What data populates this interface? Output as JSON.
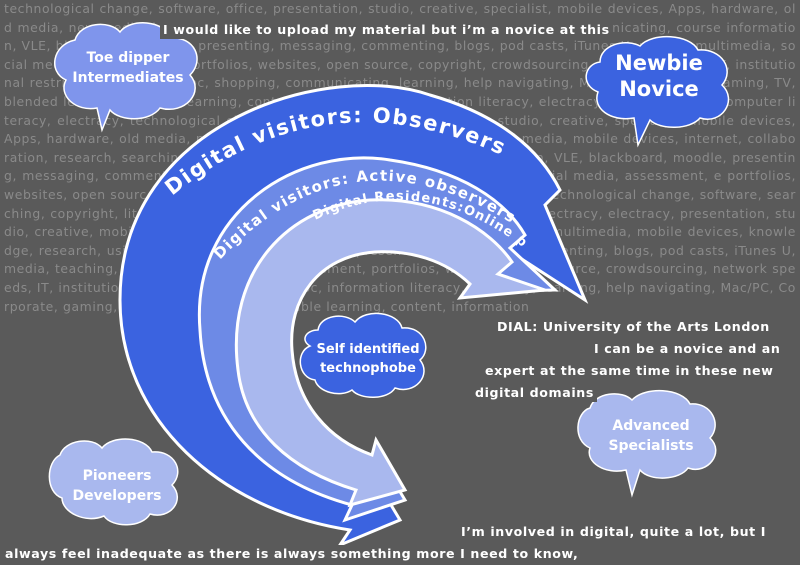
{
  "background_text": "technological change, software, office, presentation, studio, creative, specialist, mobile devices, Apps, hardware, old media, new media, internet, collaboration, research, searching, using, reusing, communicating, course information, VLE, blackboard, moodle, presenting, messaging, commenting, blogs, pod casts, iTunes U, writing, multimedia, social media, assessment, e portfolios, websites, open source, copyright, crowdsourcing, network speeds, IT, institutional restrictions, life, home pc, shopping, communicating, learning, help navigating, Mac/PC, Corporate, gaming, TV, blended learning, flexible learning, content, information, information literacy, electracy, digital literacy, computer literacy, electracy, technological change, software, office, presentation, studio, creative, specialist, mobile devices, Apps, hardware, old media, new media, internet, Mac/PC, Corporate, social media, mobile devices, internet, collaboration, research, searching, using, reusing, communicating, course information, VLE, blackboard, moodle, presenting, messaging, commenting, blogs, pod casts, iTunes U, writing, multimedia, social media, assessment, e portfolios, websites, open source, copyright, network speeds, IT, institutional restrictions, technological change, software, searching, copyright, literacy, literacy, blended learning, domain, digital literacy, electracy, electracy, presentation, studio, creative, mobile devices, Apps, hardware, old media, specialist, platforms, multimedia, mobile devices, knowledge, research, using, reusing, blackboard, moodle, presenting, messaging, commenting, blogs, pod casts, iTunes U, media, teaching, learning, social media, assessment, portfolios, websites, open source, crowdsourcing, network speeds, IT, institutional restrictions, life, home pc, information literacy, electracy, learning, help navigating, Mac/PC, Corporate, gaming, TV, blended learning, flexible learning, content, information",
  "quotes": {
    "novice_upload": "I would like to upload my material but i’m a novice at this",
    "dial_source": "DIAL: University of the Arts London",
    "novice_expert_1": "I can be a novice and an",
    "novice_expert_2": "expert at the same time in these new",
    "novice_expert_3": "digital domains",
    "inadequate_1": "I’m involved in digital, quite a lot, but I",
    "inadequate_2": "always feel inadequate as there is always something more I need to know,"
  },
  "arrows": [
    {
      "label": "Digital visitors: Observers",
      "color": "#3b63e0"
    },
    {
      "label": "Digital visitors: Active observers",
      "color": "#6d8ae6"
    },
    {
      "label": "Digital Residents:Online practice",
      "color": "#a9b8ee"
    }
  ],
  "clouds": [
    {
      "id": "toe-dipper",
      "lines": [
        "Toe dipper",
        "Intermediates"
      ],
      "color": "#7f95ec"
    },
    {
      "id": "newbie",
      "lines": [
        "Newbie",
        "Novice"
      ],
      "color": "#3b63e0"
    },
    {
      "id": "technophobe",
      "lines": [
        "Self identified",
        "technophobe"
      ],
      "color": "#3b63e0"
    },
    {
      "id": "advanced",
      "lines": [
        "Advanced",
        "Specialists"
      ],
      "color": "#a9b8ee"
    },
    {
      "id": "pioneers",
      "lines": [
        "Pioneers",
        "Developers"
      ],
      "color": "#a9b8ee"
    }
  ]
}
